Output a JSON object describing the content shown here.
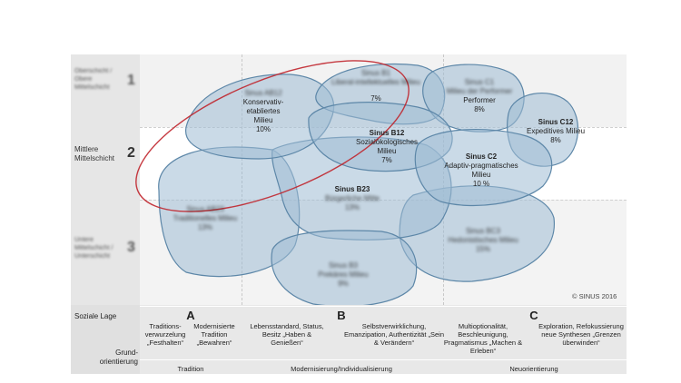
{
  "rows": [
    {
      "label": "Oberschicht / Obere Mittelschicht",
      "num": "1",
      "blurred": true
    },
    {
      "label": "Mittlere Mittelschicht",
      "num": "2",
      "blurred": false
    },
    {
      "label": "Untere Mittelschicht / Unterschicht",
      "num": "3",
      "blurred": true
    }
  ],
  "milieus": {
    "kon": {
      "code": "Sinus AB12",
      "name": "Konservativ-etabliertes Milieu",
      "pct": "10%"
    },
    "lib": {
      "code": "Sinus B1",
      "name": "Liberal-intellektuelles Milieu",
      "pct": "7%"
    },
    "perf": {
      "code": "Sinus C1",
      "name": "Milieu der Performer",
      "pct": "8%"
    },
    "exp": {
      "code": "Sinus C12",
      "name": "Expeditives Milieu",
      "pct": "8%"
    },
    "soz": {
      "code": "Sinus B12",
      "name": "Sozialökologisches Milieu",
      "pct": "7%"
    },
    "adp": {
      "code": "Sinus C2",
      "name": "Adaptiv-pragmatisches Milieu",
      "pct": "10 %"
    },
    "bue": {
      "code": "Sinus B23",
      "name": "Bürgerliche Mitte",
      "pct": "13%"
    },
    "tra": {
      "code": "Sinus AB23",
      "name": "Traditionelles Milieu",
      "pct": "13%"
    },
    "hed": {
      "code": "Sinus BC3",
      "name": "Hedonistisches Milieu",
      "pct": "15%"
    },
    "pre": {
      "code": "Sinus B3",
      "name": "Prekäres Milieu",
      "pct": "9%"
    }
  },
  "labels": {
    "kon_l1": "Konservativ-",
    "kon_l2": "etabliertes",
    "kon_l3": "Milieu",
    "perf_l1": "Performer",
    "exp_l1": "Expeditives Milieu",
    "soz_l1": "Sozialökologisches",
    "soz_l2": "Milieu",
    "adp_l1": "Adaptiv-pragmatisches",
    "adp_l2": "Milieu"
  },
  "copyright": "© SINUS 2016",
  "bottom": {
    "soziale_lage": "Soziale Lage",
    "grundorientierung": "Grund-orientierung",
    "A": "A",
    "B": "B",
    "C": "C",
    "a1": "Traditions-verwurzelung „Festhalten“",
    "a2": "Modernisierte Tradition „Bewahren“",
    "b1": "Lebensstandard, Status, Besitz „Haben & Genießen“",
    "b2": "Selbstverwirklichung, Emanzipation, Authentizität „Sein & Verändern“",
    "c1": "Multioptionalität, Beschleunigung, Pragmatismus „Machen & Erleben“",
    "c2": "Exploration, Refokussierung neue Synthesen „Grenzen überwinden“",
    "tradition": "Tradition",
    "modernisierung": "Modernisierung/Individualisierung",
    "neuorientierung": "Neuorientierung"
  },
  "colors": {
    "bubble_fill": "#9fbcd3",
    "bubble_stroke": "#5d87a8",
    "highlight": "#c0252c"
  }
}
